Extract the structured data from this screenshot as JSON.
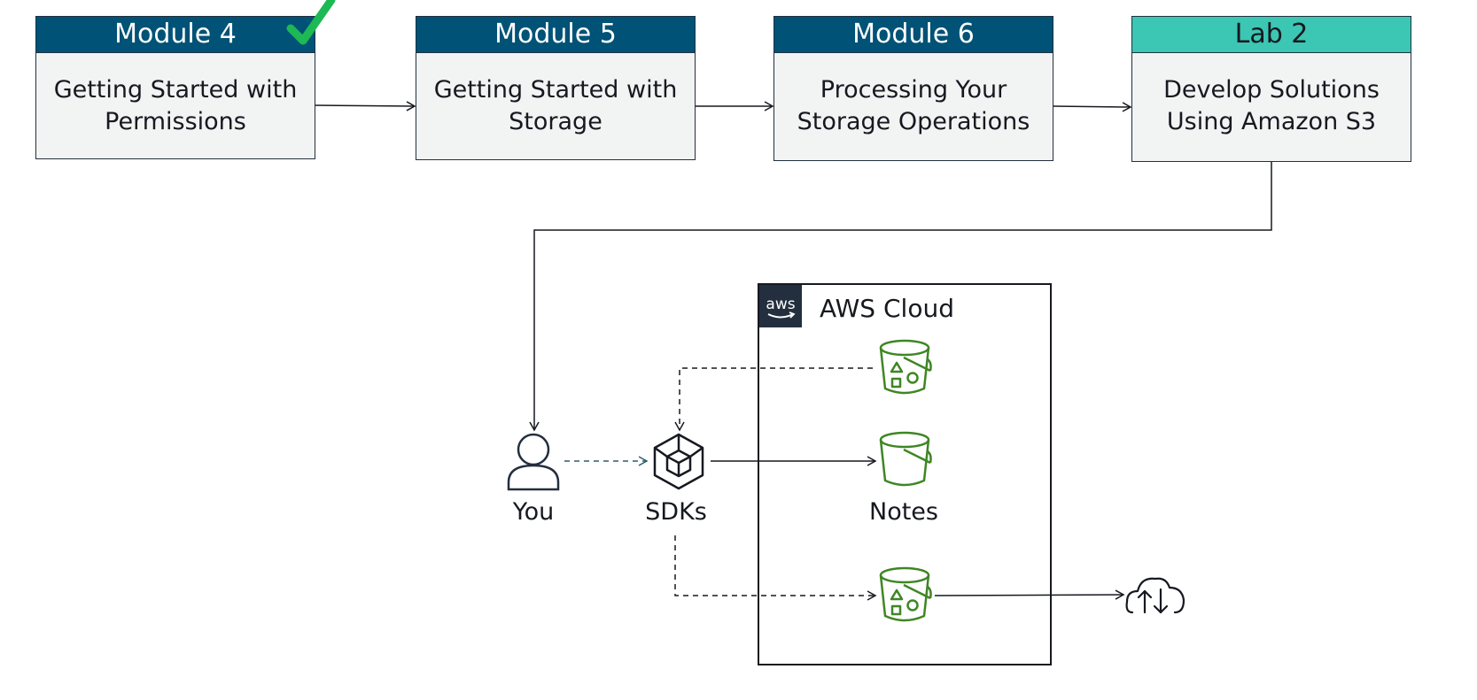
{
  "modules": [
    {
      "header": "Module 4",
      "title_line1": "Getting Started with",
      "title_line2": "Permissions"
    },
    {
      "header": "Module 5",
      "title_line1": "Getting Started with",
      "title_line2": "Storage"
    },
    {
      "header": "Module 6",
      "title_line1": "Processing Your",
      "title_line2": "Storage Operations"
    },
    {
      "header": "Lab 2",
      "title_line1": "Develop Solutions",
      "title_line2": "Using Amazon S3"
    }
  ],
  "diagram": {
    "cloud_title": "AWS Cloud",
    "aws_logo_text": "aws",
    "you_label": "You",
    "sdks_label": "SDKs",
    "notes_label": "Notes"
  },
  "colors": {
    "module_header": "#005276",
    "lab_header": "#3cc6b4",
    "bucket_green": "#3f8624",
    "check_green": "#1db954"
  },
  "icons": [
    "check-icon",
    "user-icon",
    "sdk-cube-icon",
    "s3-bucket-icon",
    "cloud-upload-download-icon",
    "aws-logo"
  ]
}
